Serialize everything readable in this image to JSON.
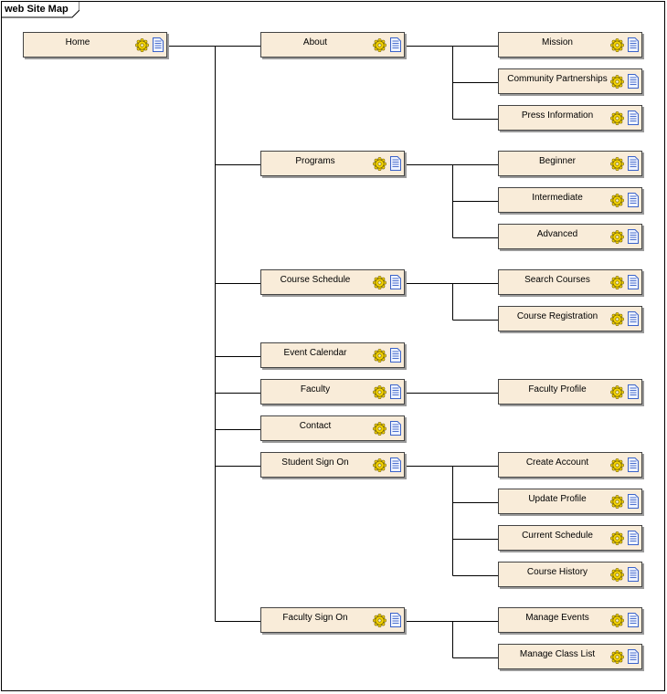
{
  "diagram": {
    "title": "web Site Map",
    "icons": {
      "component": "gear-icon",
      "page": "document-icon"
    },
    "colors": {
      "node_fill": "#f9ecd9",
      "gear": "#f5d400",
      "doc": "#3b63c9",
      "line": "#000000"
    },
    "root": {
      "label": "Home"
    },
    "sections": [
      {
        "label": "About",
        "children": [
          "Mission",
          "Community Partnerships",
          "Press Information"
        ]
      },
      {
        "label": "Programs",
        "children": [
          "Beginner",
          "Intermediate",
          "Advanced"
        ]
      },
      {
        "label": "Course Schedule",
        "children": [
          "Search Courses",
          "Course Registration"
        ]
      },
      {
        "label": "Event Calendar",
        "children": []
      },
      {
        "label": "Faculty",
        "children": [
          "Faculty Profile"
        ]
      },
      {
        "label": "Contact",
        "children": []
      },
      {
        "label": "Student Sign On",
        "children": [
          "Create Account",
          "Update Profile",
          "Current Schedule",
          "Course History"
        ]
      },
      {
        "label": "Faculty Sign On",
        "children": [
          "Manage Events",
          "Manage Class List"
        ]
      }
    ]
  }
}
